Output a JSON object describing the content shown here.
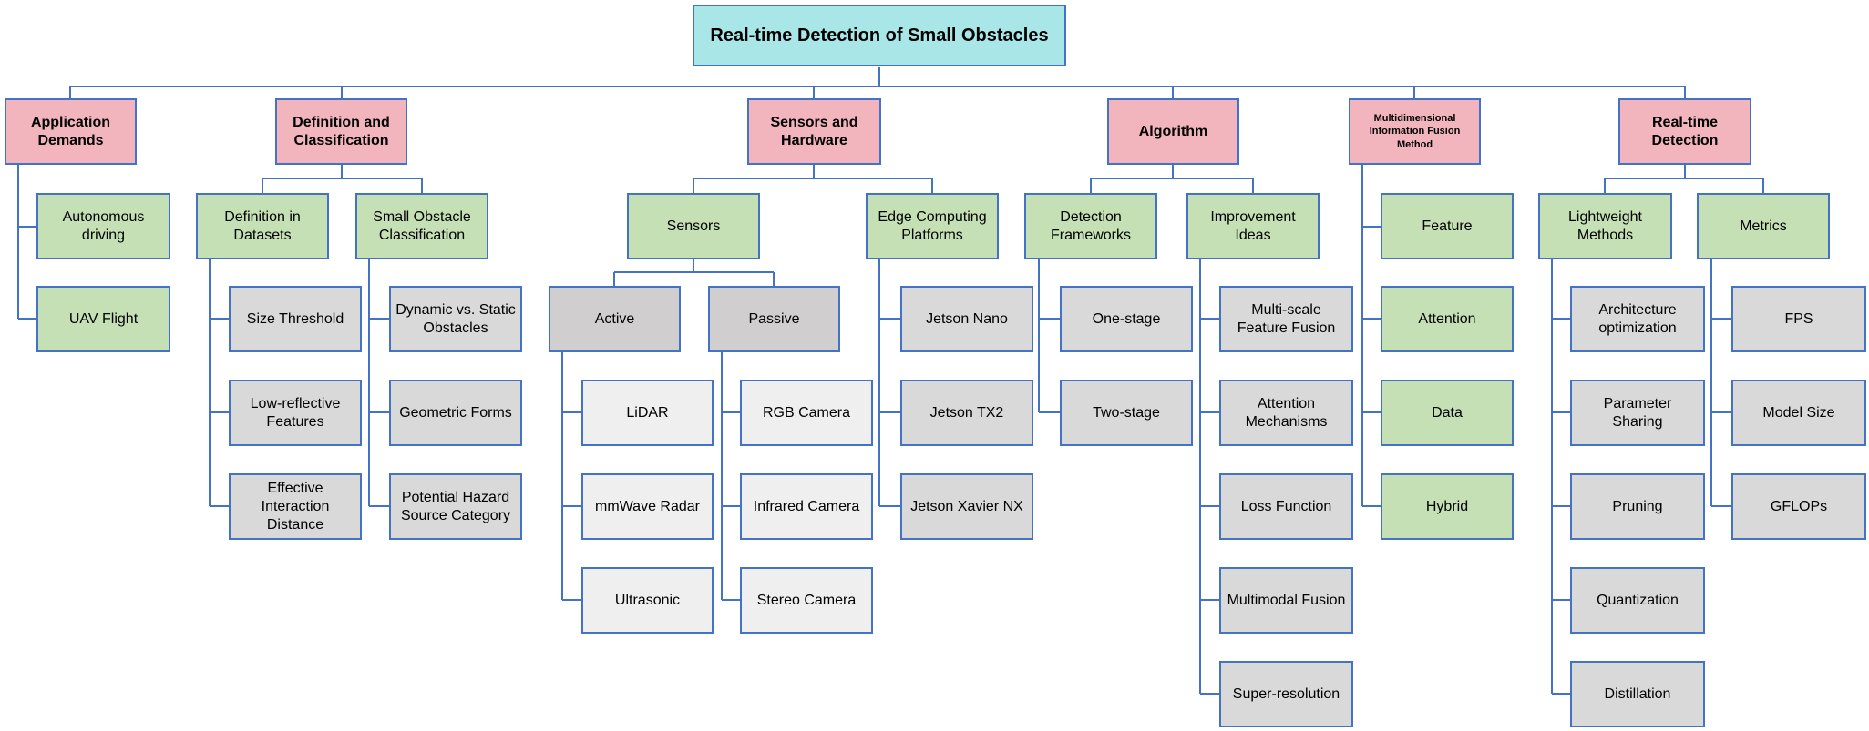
{
  "colors": {
    "line": "#4472C4",
    "root-fill": "#A8E6E8",
    "branch-fill": "#F2B5BD",
    "leaf-green": "#C5E0B4",
    "leaf-gray": "#D9D9D9",
    "leaf-gray-dark": "#D0CECE",
    "leaf-gray-light": "#EFEFEF"
  },
  "diagram": {
    "root": {
      "label": "Real-time Detection of Small Obstacles"
    },
    "branches": [
      {
        "label": "Application Demands",
        "children": [
          {
            "label": "Autonomous driving"
          },
          {
            "label": "UAV Flight"
          }
        ]
      },
      {
        "label": "Definition and Classification",
        "children": [
          {
            "label": "Definition in Datasets",
            "children": [
              {
                "label": "Size Threshold"
              },
              {
                "label": "Low-reflective Features"
              },
              {
                "label": "Effective Interaction Distance"
              }
            ]
          },
          {
            "label": "Small Obstacle Classification",
            "children": [
              {
                "label": "Dynamic vs. Static Obstacles"
              },
              {
                "label": "Geometric Forms"
              },
              {
                "label": "Potential Hazard Source Category"
              }
            ]
          }
        ]
      },
      {
        "label": "Sensors and Hardware",
        "children": [
          {
            "label": "Sensors",
            "children": [
              {
                "label": "Active",
                "children": [
                  {
                    "label": "LiDAR"
                  },
                  {
                    "label": "mmWave Radar"
                  },
                  {
                    "label": "Ultrasonic"
                  }
                ]
              },
              {
                "label": "Passive",
                "children": [
                  {
                    "label": "RGB Camera"
                  },
                  {
                    "label": "Infrared Camera"
                  },
                  {
                    "label": "Stereo Camera"
                  }
                ]
              }
            ]
          },
          {
            "label": "Edge Computing Platforms",
            "children": [
              {
                "label": "Jetson Nano"
              },
              {
                "label": "Jetson TX2"
              },
              {
                "label": "Jetson Xavier NX"
              }
            ]
          }
        ]
      },
      {
        "label": "Algorithm",
        "children": [
          {
            "label": "Detection Frameworks",
            "children": [
              {
                "label": "One-stage"
              },
              {
                "label": "Two-stage"
              }
            ]
          },
          {
            "label": "Improvement Ideas",
            "children": [
              {
                "label": "Multi-scale Feature Fusion"
              },
              {
                "label": "Attention Mechanisms"
              },
              {
                "label": "Loss Function"
              },
              {
                "label": "Multimodal Fusion"
              },
              {
                "label": "Super-resolution"
              }
            ]
          }
        ]
      },
      {
        "label": "Multidimensional Information Fusion Method",
        "children": [
          {
            "label": "Feature"
          },
          {
            "label": "Attention"
          },
          {
            "label": "Data"
          },
          {
            "label": "Hybrid"
          }
        ]
      },
      {
        "label": "Real-time Detection",
        "children": [
          {
            "label": "Lightweight Methods",
            "children": [
              {
                "label": "Architecture optimization"
              },
              {
                "label": "Parameter Sharing"
              },
              {
                "label": "Pruning"
              },
              {
                "label": "Quantization"
              },
              {
                "label": "Distillation"
              }
            ]
          },
          {
            "label": "Metrics",
            "children": [
              {
                "label": "FPS"
              },
              {
                "label": "Model Size"
              },
              {
                "label": "GFLOPs"
              }
            ]
          }
        ]
      }
    ]
  }
}
